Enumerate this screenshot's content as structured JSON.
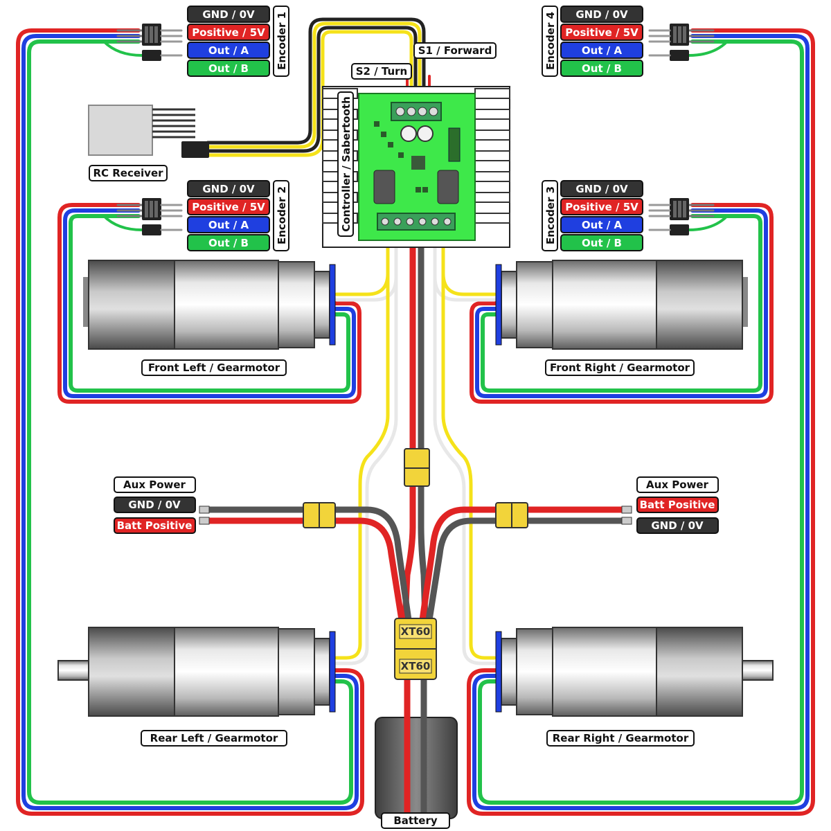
{
  "labels": {
    "encoder1": "Encoder 1",
    "encoder2": "Encoder 2",
    "encoder3": "Encoder 3",
    "encoder4": "Encoder 4",
    "pins": {
      "gnd": "GND / 0V",
      "pos": "Positive / 5V",
      "a": "Out / A",
      "b": "Out / B"
    },
    "s1": "S1 / Forward",
    "s2": "S2 / Turn",
    "rc": "RC Receiver",
    "controller": "Controller / Sabertooth",
    "front_left": "Front Left / Gearmotor",
    "front_right": "Front Right / Gearmotor",
    "rear_left": "Rear Left / Gearmotor",
    "rear_right": "Rear Right / Gearmotor",
    "aux_power": "Aux Power",
    "gnd": "GND / 0V",
    "batt_pos": "Batt Positive",
    "battery": "Battery",
    "xt60_top": "XT60",
    "xt60_bottom": "XT60"
  },
  "colors": {
    "gnd": "#333333",
    "positive": "#e02424",
    "out_a": "#1f3fe0",
    "out_b": "#22c24a",
    "signal": "#f5e21a",
    "board": "#3ee84a",
    "connector": "#f2d43a"
  }
}
